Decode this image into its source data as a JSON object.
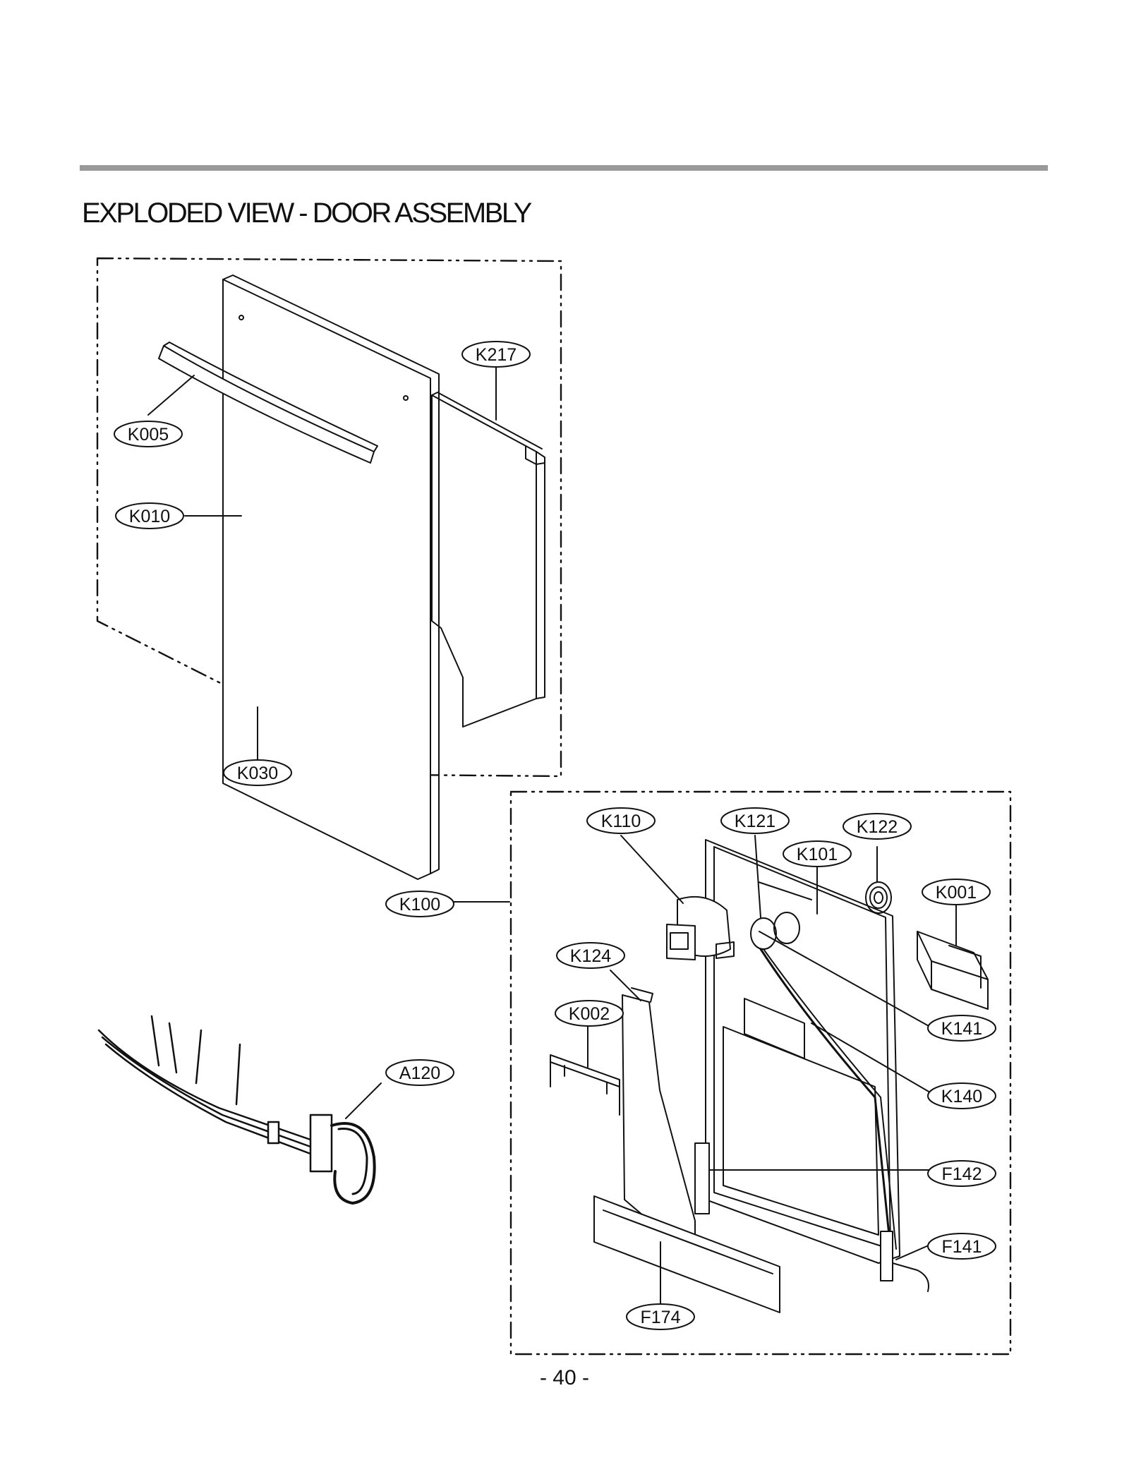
{
  "title": "EXPLODED VIEW - DOOR ASSEMBLY",
  "page_number": "- 40 -",
  "callouts": {
    "K217": "K217",
    "K005": "K005",
    "K010": "K010",
    "K030": "K030",
    "K110": "K110",
    "K121": "K121",
    "K122": "K122",
    "K101": "K101",
    "K001": "K001",
    "K100": "K100",
    "K124": "K124",
    "K002": "K002",
    "K141": "K141",
    "A120": "A120",
    "K140": "K140",
    "F142": "F142",
    "F141": "F141",
    "F174": "F174"
  }
}
